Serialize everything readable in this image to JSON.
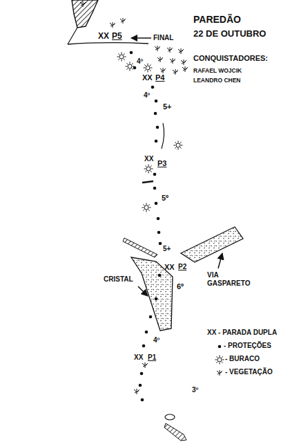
{
  "diagram": {
    "title": "PAREDÃO",
    "labels": [
      "22 DE OUTUBRO",
      "CONQUISTADORES:",
      "RAFAEL WOJCIK",
      "LEANDRO CHEN",
      "XX",
      "P5",
      "FINAL",
      "4º",
      "XX",
      "P4",
      "4º",
      "5+",
      "XX",
      "P3",
      "5º",
      "5+",
      "XX",
      "P2",
      "VIA GASPARETO",
      "CRISTAL",
      "6º",
      "4º",
      "XX",
      "P1",
      "3º"
    ],
    "legend": [
      {
        "text": "XX - PARADA DUPLA"
      },
      {
        "text": "- PROTEÇÕES"
      },
      {
        "text": "- BURACO"
      },
      {
        "text": "- VEGETAÇÃO"
      }
    ]
  }
}
